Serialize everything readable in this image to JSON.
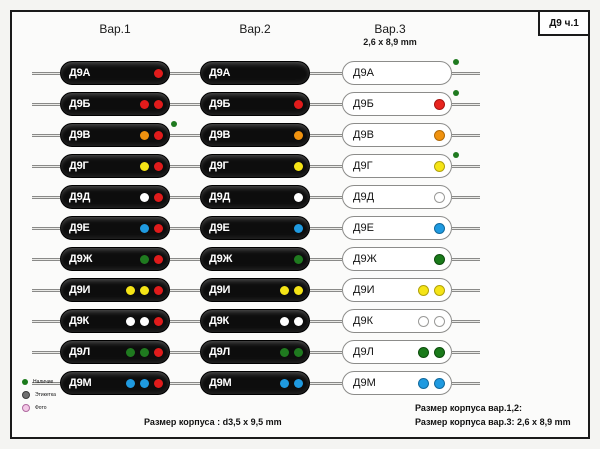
{
  "sheet": {
    "badge": "Д9 ч.1"
  },
  "columns": [
    {
      "id": "col1",
      "title": "Вар.1",
      "subtitle": "",
      "style": "dark"
    },
    {
      "id": "col2",
      "title": "Вар.2",
      "subtitle": "",
      "style": "dark"
    },
    {
      "id": "col3",
      "title": "Вар.3",
      "subtitle": "2,6 x 8,9 mm",
      "style": "light"
    }
  ],
  "parts_col1": [
    {
      "label": "Д9А",
      "dots": [
        "red"
      ],
      "available": false
    },
    {
      "label": "Д9Б",
      "dots": [
        "red",
        "red"
      ],
      "available": false
    },
    {
      "label": "Д9В",
      "dots": [
        "orange",
        "red"
      ],
      "available": true
    },
    {
      "label": "Д9Г",
      "dots": [
        "yellow",
        "red"
      ],
      "available": false
    },
    {
      "label": "Д9Д",
      "dots": [
        "white",
        "red"
      ],
      "available": false
    },
    {
      "label": "Д9Е",
      "dots": [
        "blue",
        "red"
      ],
      "available": false
    },
    {
      "label": "Д9Ж",
      "dots": [
        "green",
        "red"
      ],
      "available": false
    },
    {
      "label": "Д9И",
      "dots": [
        "yellow",
        "yellow",
        "red"
      ],
      "available": false
    },
    {
      "label": "Д9К",
      "dots": [
        "white",
        "white",
        "red"
      ],
      "available": false
    },
    {
      "label": "Д9Л",
      "dots": [
        "green",
        "green",
        "red"
      ],
      "available": false
    },
    {
      "label": "Д9М",
      "dots": [
        "blue",
        "blue",
        "red"
      ],
      "available": false
    }
  ],
  "parts_col2": [
    {
      "label": "Д9А",
      "dots": [],
      "available": false
    },
    {
      "label": "Д9Б",
      "dots": [
        "red"
      ],
      "available": false
    },
    {
      "label": "Д9В",
      "dots": [
        "orange"
      ],
      "available": false
    },
    {
      "label": "Д9Г",
      "dots": [
        "yellow"
      ],
      "available": false
    },
    {
      "label": "Д9Д",
      "dots": [
        "white"
      ],
      "available": false
    },
    {
      "label": "Д9Е",
      "dots": [
        "blue"
      ],
      "available": false
    },
    {
      "label": "Д9Ж",
      "dots": [
        "green"
      ],
      "available": false
    },
    {
      "label": "Д9И",
      "dots": [
        "yellow",
        "yellow"
      ],
      "available": false
    },
    {
      "label": "Д9К",
      "dots": [
        "white",
        "white"
      ],
      "available": false
    },
    {
      "label": "Д9Л",
      "dots": [
        "green",
        "green"
      ],
      "available": false
    },
    {
      "label": "Д9М",
      "dots": [
        "blue",
        "blue"
      ],
      "available": false
    }
  ],
  "parts_col3": [
    {
      "label": "Д9А",
      "dots": [],
      "available": true
    },
    {
      "label": "Д9Б",
      "dots": [
        "red"
      ],
      "available": true
    },
    {
      "label": "Д9В",
      "dots": [
        "orange"
      ],
      "available": false
    },
    {
      "label": "Д9Г",
      "dots": [
        "yellow"
      ],
      "available": true
    },
    {
      "label": "Д9Д",
      "dots": [
        "hollow"
      ],
      "available": false
    },
    {
      "label": "Д9Е",
      "dots": [
        "blue"
      ],
      "available": false
    },
    {
      "label": "Д9Ж",
      "dots": [
        "green"
      ],
      "available": false
    },
    {
      "label": "Д9И",
      "dots": [
        "yellow",
        "yellow"
      ],
      "available": false
    },
    {
      "label": "Д9К",
      "dots": [
        "hollow",
        "hollow"
      ],
      "available": false
    },
    {
      "label": "Д9Л",
      "dots": [
        "green",
        "green"
      ],
      "available": false
    },
    {
      "label": "Д9М",
      "dots": [
        "blue",
        "blue"
      ],
      "available": false
    }
  ],
  "legend": [
    {
      "marker": "availability-dot",
      "text": "Наличие",
      "color": "#1a7a1a"
    },
    {
      "marker": "label-dot",
      "text": "Этикетка",
      "color": "#6f6f6f"
    },
    {
      "marker": "photo-dot",
      "text": "Фото",
      "color": "#f3c8e6"
    }
  ],
  "notes": {
    "center": "Размер корпуса : d3,5 x 9,5 mm",
    "right_1": "Размер корпуса вар.1,2:",
    "right_2": "Размер корпуса вар.3: 2,6 x 8,9 mm"
  }
}
